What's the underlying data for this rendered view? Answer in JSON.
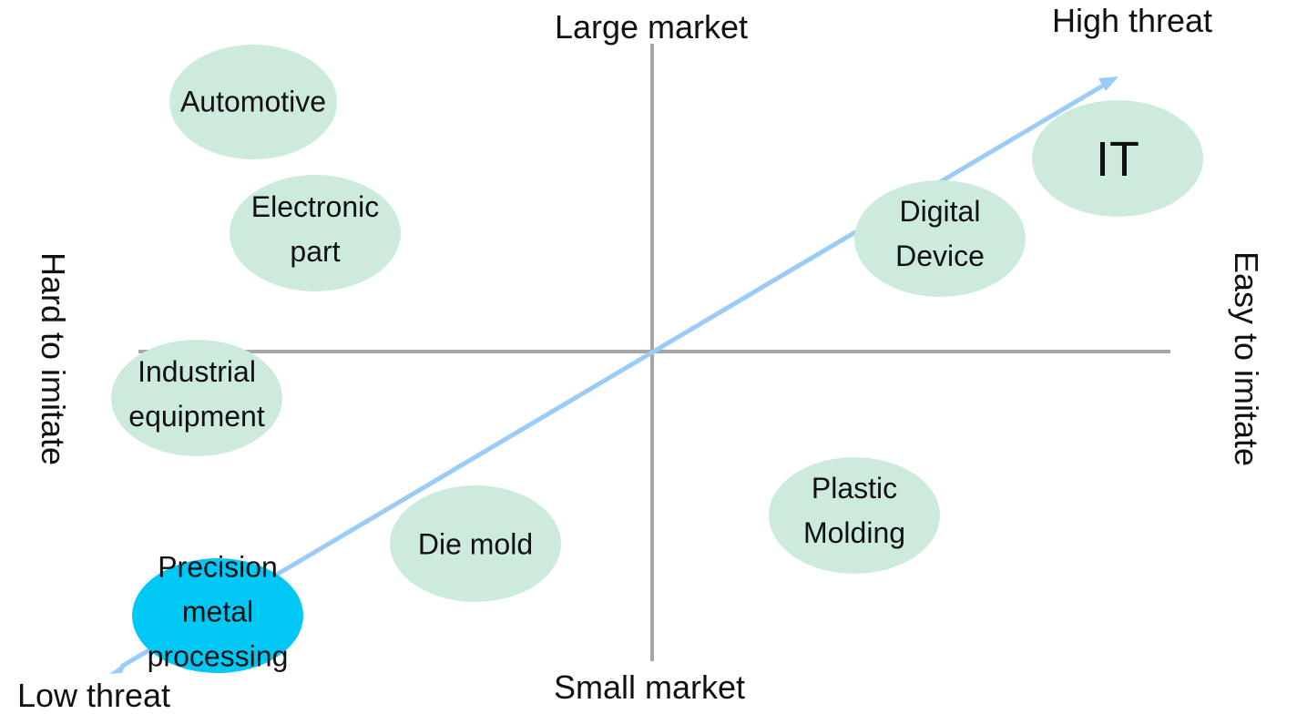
{
  "axes": {
    "top": "Large market",
    "bottom": "Small market",
    "left": "Hard to imitate",
    "right": "Easy to imitate"
  },
  "threat": {
    "high": "High threat",
    "low": "Low threat",
    "arrow_color": "#99ccf8"
  },
  "colors": {
    "bubble": "#cdebdc",
    "highlight": "#00c8f5",
    "axis": "#a6a6a6"
  },
  "industries": [
    {
      "id": "automotive",
      "lines": [
        "Automotive"
      ]
    },
    {
      "id": "electronic-part",
      "lines": [
        "Electronic",
        "part"
      ]
    },
    {
      "id": "industrial-equipment",
      "lines": [
        "Industrial",
        "equipment"
      ]
    },
    {
      "id": "precision-metal-processing",
      "lines": [
        "Precision",
        "metal",
        "processing"
      ],
      "highlighted": true
    },
    {
      "id": "die-mold",
      "lines": [
        "Die mold"
      ]
    },
    {
      "id": "plastic-molding",
      "lines": [
        "Plastic",
        "Molding"
      ]
    },
    {
      "id": "digital-device",
      "lines": [
        "Digital",
        "Device"
      ]
    },
    {
      "id": "it",
      "lines": [
        "IT"
      ]
    }
  ]
}
